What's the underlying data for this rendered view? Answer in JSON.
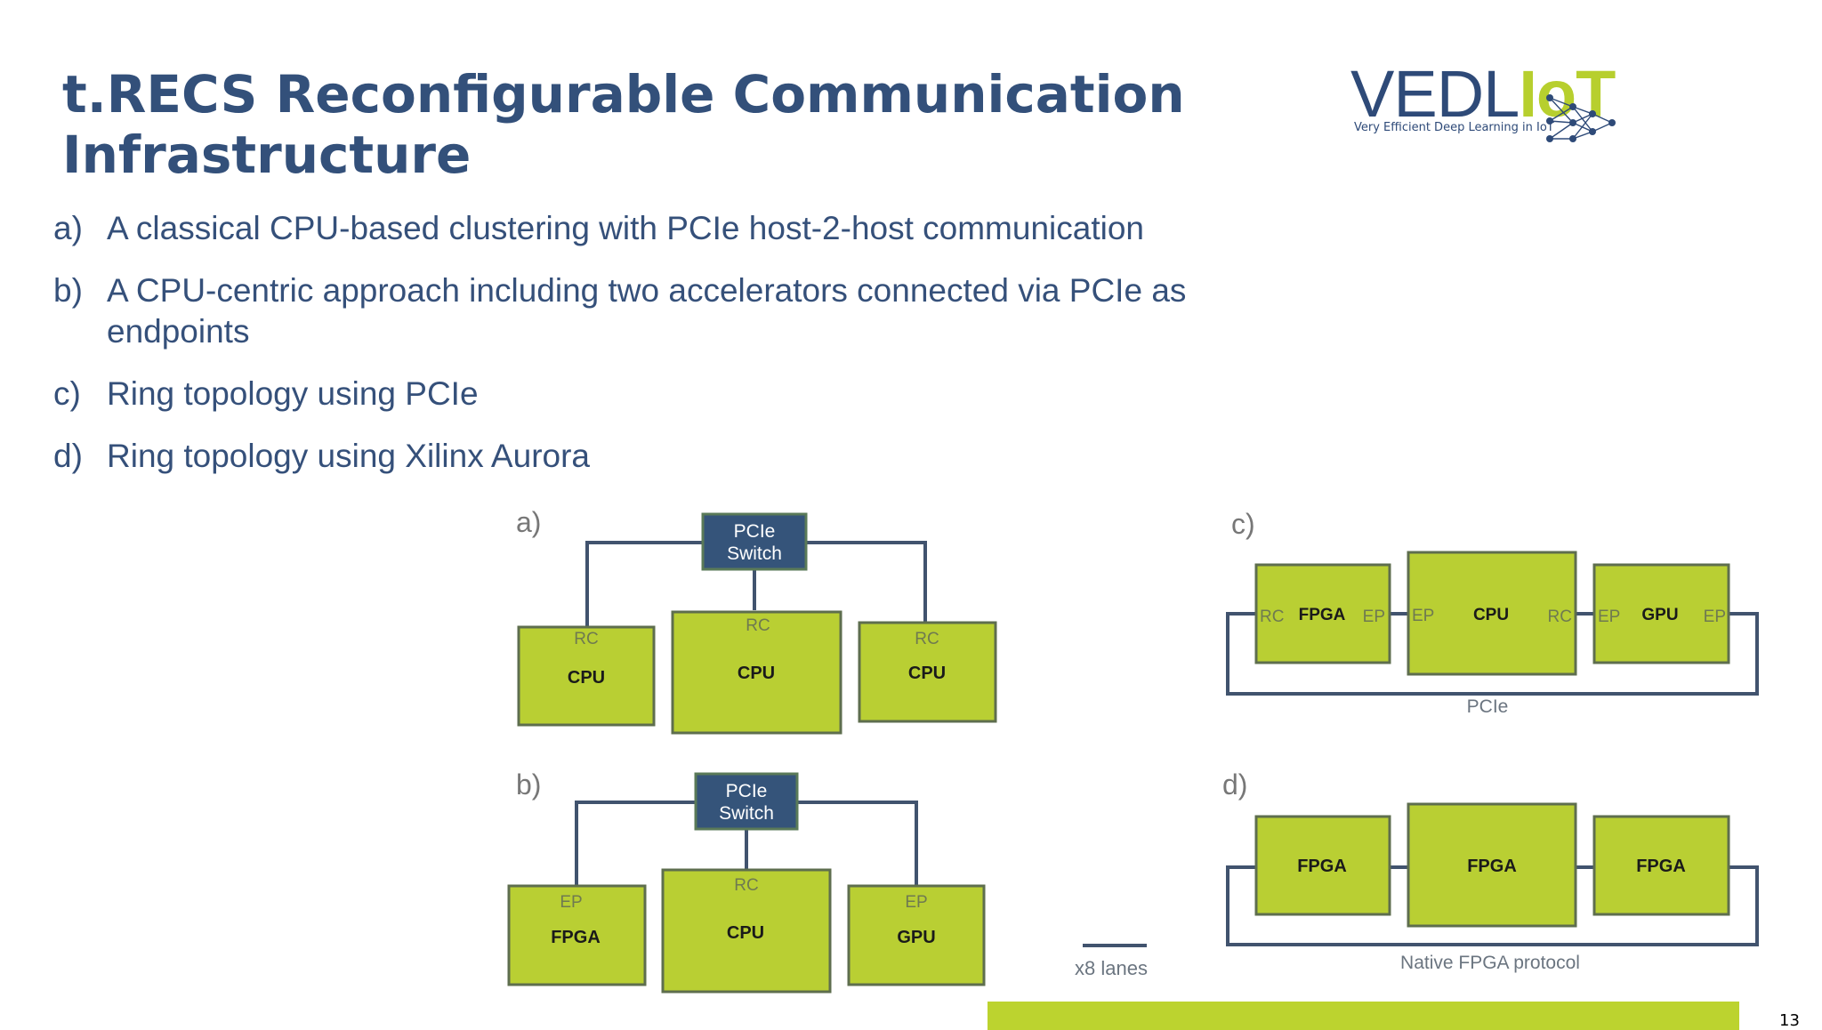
{
  "title": "t.RECS Reconfigurable Communication Infrastructure",
  "logo": {
    "text_prefix": "VEDL",
    "text_suffix": "IoT",
    "tagline": "Very Efficient Deep Learning in IoT"
  },
  "bullets": [
    {
      "marker": "a)",
      "text": "A classical CPU-based clustering with PCIe host-2-host communication"
    },
    {
      "marker": "b)",
      "text": "A CPU-centric approach including two accelerators connected via PCIe as endpoints"
    },
    {
      "marker": "c)",
      "text": "Ring topology using PCIe"
    },
    {
      "marker": "d)",
      "text": "Ring topology using Xilinx Aurora"
    }
  ],
  "diagrams": {
    "a": {
      "label": "a)",
      "switch": [
        "PCIe",
        "Switch"
      ],
      "nodes": [
        {
          "port": "RC",
          "name": "CPU"
        },
        {
          "port": "RC",
          "name": "CPU"
        },
        {
          "port": "RC",
          "name": "CPU"
        }
      ]
    },
    "b": {
      "label": "b)",
      "switch": [
        "PCIe",
        "Switch"
      ],
      "nodes": [
        {
          "port": "EP",
          "name": "FPGA"
        },
        {
          "port": "RC",
          "name": "CPU"
        },
        {
          "port": "EP",
          "name": "GPU"
        }
      ]
    },
    "c": {
      "label": "c)",
      "caption": "PCIe",
      "nodes": [
        {
          "left": "RC",
          "name": "FPGA",
          "right": "EP"
        },
        {
          "left": "EP",
          "name": "CPU",
          "right": "RC"
        },
        {
          "left": "EP",
          "name": "GPU",
          "right": "EP"
        }
      ]
    },
    "d": {
      "label": "d)",
      "caption": "Native FPGA protocol",
      "nodes": [
        {
          "name": "FPGA"
        },
        {
          "name": "FPGA"
        },
        {
          "name": "FPGA"
        }
      ]
    },
    "legend": "x8 lanes"
  },
  "colors": {
    "node_fill": "#b9cf33",
    "switch_fill": "#35547a",
    "line": "#41536e",
    "title": "#33507a"
  },
  "page_number": "13"
}
